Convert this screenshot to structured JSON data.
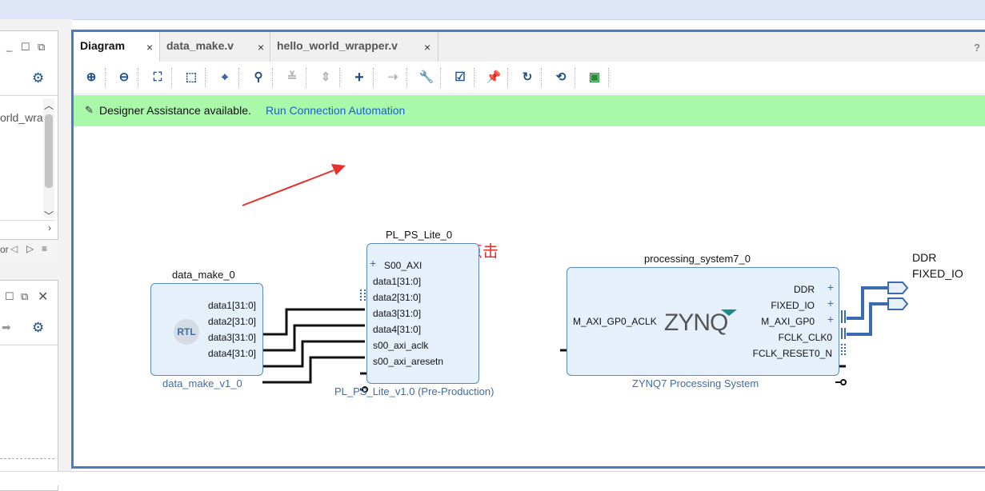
{
  "tabs": [
    {
      "label": "Diagram",
      "active": true
    },
    {
      "label": "data_make.v",
      "active": false
    },
    {
      "label": "hello_world_wrapper.v",
      "active": false
    }
  ],
  "help_label": "?",
  "close_glyph": "×",
  "left_panel": {
    "top_snippet": "orld_wrap",
    "scroll_label": "or"
  },
  "toolbar_icons": [
    "zoom-in-icon",
    "zoom-out-icon",
    "fit-view-icon",
    "fit-selection-icon",
    "target-icon",
    "search-icon",
    "collapse-icon",
    "expand-icon",
    "add-ip-icon",
    "make-connection-icon",
    "properties-icon",
    "validate-icon",
    "pin-icon",
    "refresh-icon",
    "regenerate-layout-icon",
    "chip-icon"
  ],
  "assistance": {
    "message": "Designer Assistance available.",
    "link": "Run Connection Automation"
  },
  "annotation": "弹出这个，点击",
  "blocks": {
    "data_make": {
      "title": "data_make_0",
      "subtitle": "data_make_v1_0",
      "logo": "RTL",
      "ports": [
        "data1[31:0]",
        "data2[31:0]",
        "data3[31:0]",
        "data4[31:0]"
      ]
    },
    "pl_ps_lite": {
      "title": "PL_PS_Lite_0",
      "subtitle": "PL_PS_Lite_v1.0 (Pre-Production)",
      "ports": [
        "S00_AXI",
        "data1[31:0]",
        "data2[31:0]",
        "data3[31:0]",
        "data4[31:0]",
        "s00_axi_aclk",
        "s00_axi_aresetn"
      ]
    },
    "ps7": {
      "title": "processing_system7_0",
      "subtitle": "ZYNQ7 Processing System",
      "logo": "ZYNQ",
      "left_port": "M_AXI_GP0_ACLK",
      "right_ports": [
        "DDR",
        "FIXED_IO",
        "M_AXI_GP0",
        "FCLK_CLK0",
        "FCLK_RESET0_N"
      ]
    }
  },
  "external_ports": [
    "DDR",
    "FIXED_IO"
  ],
  "colors": {
    "accent": "#4a7cc4",
    "assist_bg": "#aaf8aa",
    "annotation": "#e5322d",
    "link": "#1a5fd6"
  }
}
